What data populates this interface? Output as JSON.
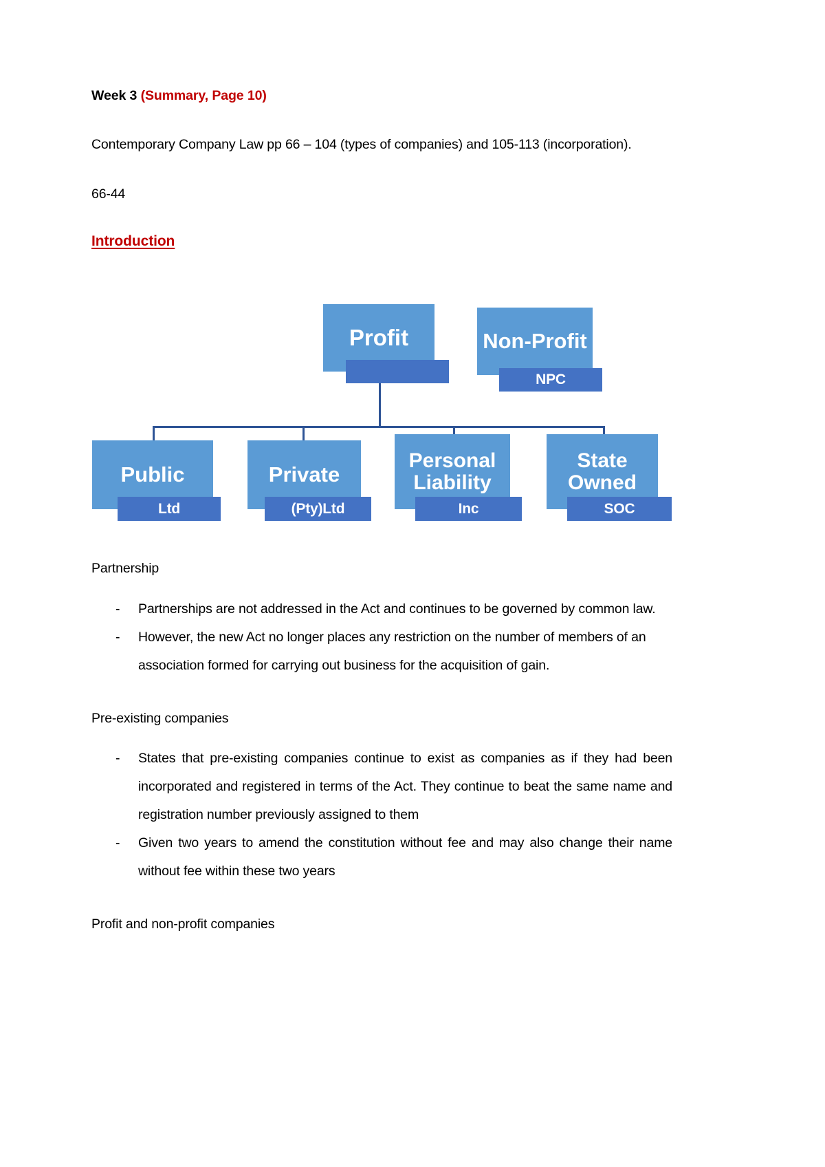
{
  "document": {
    "title_prefix": "Week 3 ",
    "title_suffix": "(Summary, Page 10)",
    "reference_line": "Contemporary Company Law pp 66 – 104 (types of companies) and 105-113 (incorporation).",
    "page_code": "66-44",
    "introduction_heading": "Introduction"
  },
  "diagram": {
    "type": "organisation-chart",
    "colors": {
      "node_fill": "#5B9BD5",
      "tag_fill": "#4472C4",
      "connector": "#2E5496",
      "node_text": "#FFFFFF"
    },
    "root_nodes": [
      {
        "label": "Profit",
        "tag": ""
      },
      {
        "label": "Non-Profit",
        "tag": "NPC"
      }
    ],
    "children": [
      {
        "label": "Public",
        "tag": "Ltd"
      },
      {
        "label": "Private",
        "tag": "(Pty)Ltd"
      },
      {
        "label": "Personal Liability",
        "label_line1": "Personal",
        "label_line2": "Liability",
        "tag": "Inc"
      },
      {
        "label": "State Owned",
        "label_line1": "State",
        "label_line2": "Owned",
        "tag": "SOC"
      }
    ]
  },
  "sections": [
    {
      "label": "Partnership",
      "bullets": [
        "Partnerships are not addressed in the Act and continues to be governed by common law.",
        "However, the new Act no longer places any restriction on the number of members of an association formed for carrying out business for the acquisition of gain."
      ]
    },
    {
      "label": "Pre-existing companies",
      "bullets": [
        "States that pre-existing companies continue to exist as companies as if they had been incorporated and registered in terms of the Act. They continue to beat the same name and registration number previously assigned to them",
        "Given two years to amend the constitution without fee and may also change their name without fee within these two years"
      ]
    },
    {
      "label": "Profit and non-profit companies",
      "bullets": []
    }
  ],
  "bullet_marker": "-"
}
